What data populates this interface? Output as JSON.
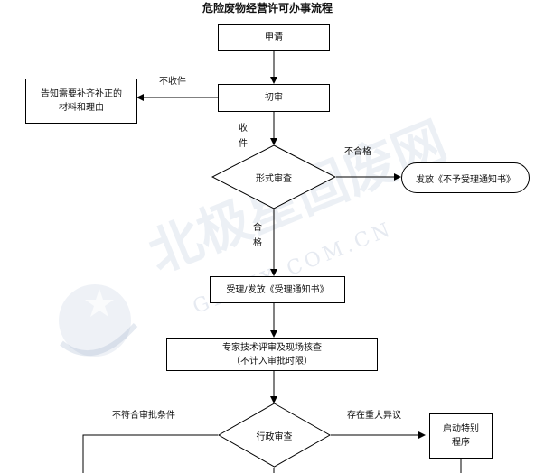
{
  "title": "危险废物经营许可办事流程",
  "watermark": {
    "brand": "北极星固废网",
    "domain": "GF.BJX.COM.CN"
  },
  "nodes": {
    "apply": "申请",
    "initial_review": "初审",
    "notify_missing": [
      "告知需要补齐补正的",
      "材料和理由"
    ],
    "formal_review": "形式审查",
    "issue_reject": "发放《不予受理通知书》",
    "accept_issue": "受理/发放《受理通知书》",
    "expert_review": [
      "专家技术评审及现场核查",
      "（不计入审批时限）"
    ],
    "admin_review": "行政审查",
    "special_procedure": [
      "启动特别",
      "程序"
    ]
  },
  "labels": {
    "not_received": "不收件",
    "received": [
      "收",
      "件"
    ],
    "unqualified": "不合格",
    "qualified": [
      "合",
      "格"
    ],
    "not_meet": "不符合审批条件",
    "major_objection": "存在重大异议"
  },
  "colors": {
    "line": "#000000",
    "watermark": "#9fb3cf"
  }
}
